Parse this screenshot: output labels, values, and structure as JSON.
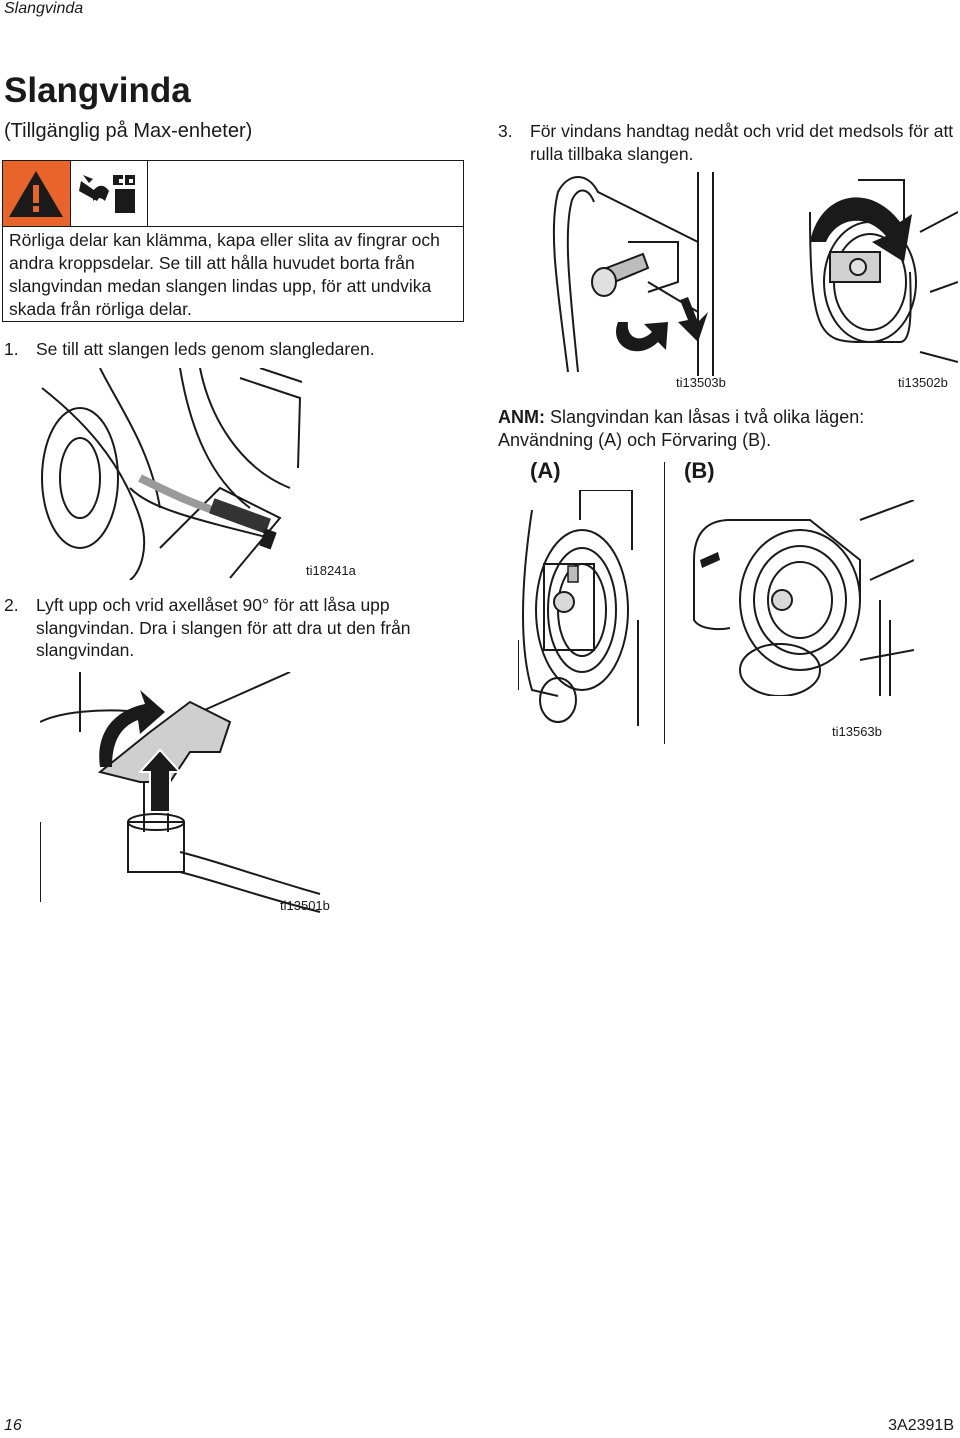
{
  "running_head": "Slangvinda",
  "title": "Slangvinda",
  "subtitle": "(Tillgänglig på Max-enheter)",
  "warning": {
    "icons": [
      "warning-triangle-icon",
      "moving-parts-pinch-icon"
    ],
    "text": "Rörliga delar kan klämma, kapa eller slita av fingrar och andra kroppsdelar. Se till att hålla huvudet borta från slangvindan medan slangen lindas upp, för att undvika skada från rörliga delar.",
    "colors": {
      "triangle_bg": "#e8642a"
    }
  },
  "steps": [
    {
      "number": "1.",
      "text": "Se till att slangen leds genom slangledaren."
    },
    {
      "number": "2.",
      "text": "Lyft upp och vrid axellåset 90° för att låsa upp slangvindan. Dra i slangen för att dra ut den från slangvindan."
    },
    {
      "number": "3.",
      "text": "För vindans handtag nedåt och vrid det medsols för att rulla tillbaka slangen."
    }
  ],
  "figures": {
    "hose_guide": {
      "caption": "ti18241a"
    },
    "axle_lock": {
      "caption": "ti13501b"
    },
    "crank_handle": {
      "caption": "ti13503b"
    },
    "reel_rotation": {
      "caption": "ti13502b"
    },
    "positions": {
      "caption": "ti13563b",
      "label_a": "(A)",
      "label_b": "(B)"
    }
  },
  "note": {
    "label": "ANM:",
    "text": "Slangvindan kan låsas i två olika lägen: Användning (A) och Förvaring (B)."
  },
  "footer": {
    "page_number": "16",
    "doc_number": "3A2391B"
  }
}
